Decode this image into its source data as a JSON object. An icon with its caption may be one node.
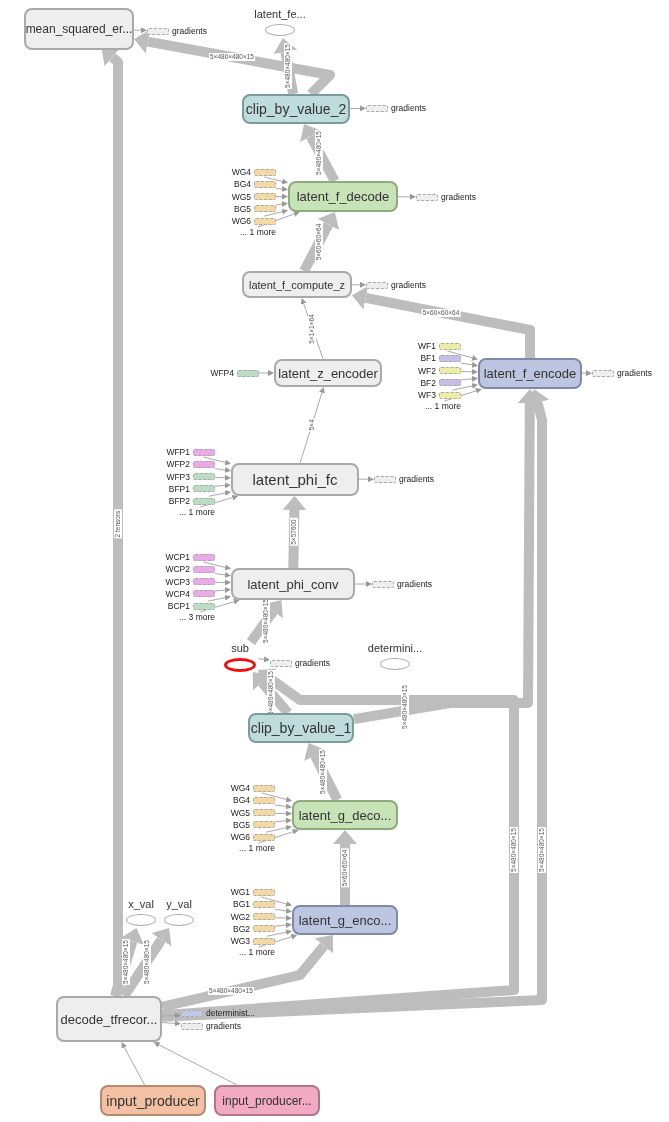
{
  "diagram": {
    "nodes": [
      {
        "text": [
          "mean_squared_er..."
        ]
      },
      {
        "text": [
          "latent_fe..."
        ]
      },
      {
        "text": [
          "clip_by_value_2"
        ]
      },
      {
        "text": [
          "latent_f_decode"
        ]
      },
      {
        "text": [
          "latent_f_compute_z"
        ]
      },
      {
        "text": [
          "latent_z_encoder"
        ]
      },
      {
        "text": [
          "latent_f_encode"
        ]
      },
      {
        "text": [
          "latent_phi_fc"
        ]
      },
      {
        "text": [
          "latent_phi_conv"
        ]
      },
      {
        "text": [
          "sub"
        ]
      },
      {
        "text": [
          "determini..."
        ]
      },
      {
        "text": [
          "clip_by_value_1"
        ]
      },
      {
        "text": [
          "latent_g_deco..."
        ]
      },
      {
        "text": [
          "x_val"
        ]
      },
      {
        "text": [
          "y_val"
        ]
      },
      {
        "text": [
          "latent_g_enco..."
        ]
      },
      {
        "text": [
          "decode_tfrecor..."
        ]
      },
      {
        "text": [
          "input_producer"
        ]
      },
      {
        "text": [
          "input_producer..."
        ]
      },
      {
        "text": [
          "WG4"
        ]
      },
      {
        "text": [
          "BG4"
        ]
      },
      {
        "text": [
          "WG5"
        ]
      },
      {
        "text": [
          "BG5"
        ]
      },
      {
        "text": [
          "WG6"
        ]
      },
      {
        "text": [
          "... 1 more"
        ]
      },
      {
        "text": [
          "WF1"
        ]
      },
      {
        "text": [
          "BF1"
        ]
      },
      {
        "text": [
          "WF2"
        ]
      },
      {
        "text": [
          "BF2"
        ]
      },
      {
        "text": [
          "WF3"
        ]
      },
      {
        "text": [
          "... 1 more"
        ]
      },
      {
        "text": [
          "WFP4"
        ]
      },
      {
        "text": [
          "WFP1"
        ]
      },
      {
        "text": [
          "WFP2"
        ]
      },
      {
        "text": [
          "WFP3"
        ]
      },
      {
        "text": [
          "BFP1"
        ]
      },
      {
        "text": [
          "BFP2"
        ]
      },
      {
        "text": [
          "... 1 more"
        ]
      },
      {
        "text": [
          "WCP1"
        ]
      },
      {
        "text": [
          "WCP2"
        ]
      },
      {
        "text": [
          "WCP3"
        ]
      },
      {
        "text": [
          "WCP4"
        ]
      },
      {
        "text": [
          "BCP1"
        ]
      },
      {
        "text": [
          "... 3 more"
        ]
      },
      {
        "text": [
          "WG4"
        ]
      },
      {
        "text": [
          "BG4"
        ]
      },
      {
        "text": [
          "WG5"
        ]
      },
      {
        "text": [
          "BG5"
        ]
      },
      {
        "text": [
          "WG6"
        ]
      },
      {
        "text": [
          "... 1 more"
        ]
      },
      {
        "text": [
          "WG1"
        ]
      },
      {
        "text": [
          "BG1"
        ]
      },
      {
        "text": [
          "WG2"
        ]
      },
      {
        "text": [
          "BG2"
        ]
      },
      {
        "text": [
          "WG3"
        ]
      },
      {
        "text": [
          "... 1 more"
        ]
      },
      {
        "text": [
          "gradients"
        ]
      },
      {
        "text": [
          "gradients"
        ]
      },
      {
        "text": [
          "gradients"
        ]
      },
      {
        "text": [
          "gradients"
        ]
      },
      {
        "text": [
          "gradients"
        ]
      },
      {
        "text": [
          "gradients"
        ]
      },
      {
        "text": [
          "gradients"
        ]
      },
      {
        "text": [
          "gradients"
        ]
      },
      {
        "text": [
          "determinist..."
        ]
      },
      {
        "text": [
          "gradients"
        ]
      }
    ],
    "edges": [
      {
        "from": 16,
        "to": 0,
        "arrow": "to",
        "label": "2 tensors",
        "style": "thick"
      },
      {
        "from": 2,
        "to": 0,
        "arrow": "to",
        "label": "5×480×480×15",
        "style": "thick"
      },
      {
        "from": 2,
        "to": 1,
        "arrow": "to",
        "label": "5×480×480×15",
        "style": "thick"
      },
      {
        "from": 3,
        "to": 2,
        "arrow": "to",
        "label": "5×480×480×15",
        "style": "thick"
      },
      {
        "from": 4,
        "to": 3,
        "arrow": "to",
        "label": "5×60×60×64",
        "style": "thick"
      },
      {
        "from": 6,
        "to": 4,
        "arrow": "to",
        "label": "5×60×60×64",
        "style": "thick"
      },
      {
        "from": 5,
        "to": 4,
        "arrow": "to",
        "label": "5×1×1×64"
      },
      {
        "from": 7,
        "to": 5,
        "arrow": "to",
        "label": "5×4"
      },
      {
        "from": 8,
        "to": 7,
        "arrow": "to",
        "label": "5×57600",
        "style": "thick"
      },
      {
        "from": 9,
        "to": 8,
        "arrow": "to",
        "label": "5×480×480×15",
        "style": "thick"
      },
      {
        "from": 11,
        "to": 9,
        "arrow": "to",
        "label": "5×480×480×15",
        "style": "thick"
      },
      {
        "from": 11,
        "to": 6,
        "arrow": "to",
        "label": "5×480×480×15",
        "style": "thick"
      },
      {
        "from": 16,
        "to": 9,
        "arrow": "to",
        "label": "5×480×480×15",
        "style": "thick"
      },
      {
        "from": 16,
        "to": 6,
        "arrow": "to",
        "label": "5×480×480×15",
        "style": "thick"
      },
      {
        "from": 12,
        "to": 11,
        "arrow": "to",
        "label": "5×480×480×15",
        "style": "thick"
      },
      {
        "from": 15,
        "to": 12,
        "arrow": "to",
        "label": "5×60×60×64",
        "style": "thick"
      },
      {
        "from": 16,
        "to": 15,
        "arrow": "to",
        "label": "5×480×480×15",
        "style": "thick"
      },
      {
        "from": 16,
        "to": 13,
        "arrow": "to",
        "label": "5×480×480×15",
        "style": "thick"
      },
      {
        "from": 16,
        "to": 14,
        "arrow": "to",
        "label": "5×480×480×15",
        "style": "thick"
      },
      {
        "from": 17,
        "to": 16,
        "arrow": "to"
      },
      {
        "from": 18,
        "to": 16,
        "arrow": "to"
      },
      {
        "from": 19,
        "to": 3,
        "arrow": "to"
      },
      {
        "from": 20,
        "to": 3,
        "arrow": "to"
      },
      {
        "from": 21,
        "to": 3,
        "arrow": "to"
      },
      {
        "from": 22,
        "to": 3,
        "arrow": "to"
      },
      {
        "from": 23,
        "to": 3,
        "arrow": "to"
      },
      {
        "from": 24,
        "to": 3,
        "arrow": "to"
      },
      {
        "from": 25,
        "to": 6,
        "arrow": "to"
      },
      {
        "from": 26,
        "to": 6,
        "arrow": "to"
      },
      {
        "from": 27,
        "to": 6,
        "arrow": "to"
      },
      {
        "from": 28,
        "to": 6,
        "arrow": "to"
      },
      {
        "from": 29,
        "to": 6,
        "arrow": "to"
      },
      {
        "from": 30,
        "to": 6,
        "arrow": "to"
      },
      {
        "from": 31,
        "to": 5,
        "arrow": "to"
      },
      {
        "from": 32,
        "to": 7,
        "arrow": "to"
      },
      {
        "from": 33,
        "to": 7,
        "arrow": "to"
      },
      {
        "from": 34,
        "to": 7,
        "arrow": "to"
      },
      {
        "from": 35,
        "to": 7,
        "arrow": "to"
      },
      {
        "from": 36,
        "to": 7,
        "arrow": "to"
      },
      {
        "from": 37,
        "to": 7,
        "arrow": "to"
      },
      {
        "from": 38,
        "to": 8,
        "arrow": "to"
      },
      {
        "from": 39,
        "to": 8,
        "arrow": "to"
      },
      {
        "from": 40,
        "to": 8,
        "arrow": "to"
      },
      {
        "from": 41,
        "to": 8,
        "arrow": "to"
      },
      {
        "from": 42,
        "to": 8,
        "arrow": "to"
      },
      {
        "from": 43,
        "to": 8,
        "arrow": "to"
      },
      {
        "from": 44,
        "to": 12,
        "arrow": "to"
      },
      {
        "from": 45,
        "to": 12,
        "arrow": "to"
      },
      {
        "from": 46,
        "to": 12,
        "arrow": "to"
      },
      {
        "from": 47,
        "to": 12,
        "arrow": "to"
      },
      {
        "from": 48,
        "to": 12,
        "arrow": "to"
      },
      {
        "from": 49,
        "to": 12,
        "arrow": "to"
      },
      {
        "from": 50,
        "to": 15,
        "arrow": "to"
      },
      {
        "from": 51,
        "to": 15,
        "arrow": "to"
      },
      {
        "from": 52,
        "to": 15,
        "arrow": "to"
      },
      {
        "from": 53,
        "to": 15,
        "arrow": "to"
      },
      {
        "from": 54,
        "to": 15,
        "arrow": "to"
      },
      {
        "from": 55,
        "to": 15,
        "arrow": "to"
      },
      {
        "from": 0,
        "to": 56,
        "arrow": "to"
      },
      {
        "from": 2,
        "to": 57,
        "arrow": "to"
      },
      {
        "from": 3,
        "to": 58,
        "arrow": "to"
      },
      {
        "from": 4,
        "to": 59,
        "arrow": "to"
      },
      {
        "from": 6,
        "to": 60,
        "arrow": "to"
      },
      {
        "from": 7,
        "to": 61,
        "arrow": "to"
      },
      {
        "from": 8,
        "to": 62,
        "arrow": "to"
      },
      {
        "from": 9,
        "to": 63,
        "arrow": "to"
      },
      {
        "from": 16,
        "to": 64,
        "arrow": "to"
      },
      {
        "from": 16,
        "to": 65,
        "arrow": "to"
      }
    ]
  }
}
